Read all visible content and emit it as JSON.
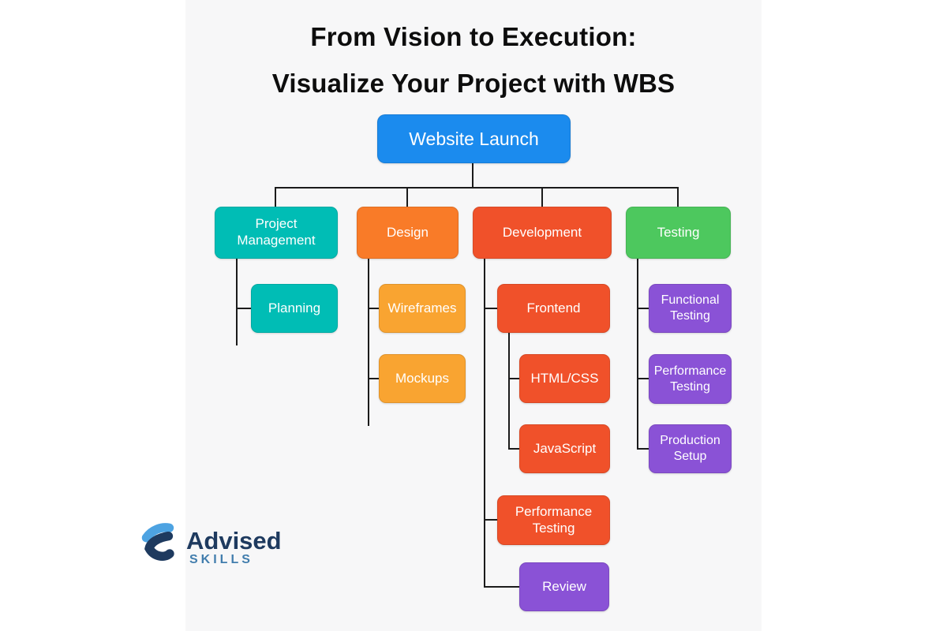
{
  "title": {
    "line1": "From Vision to Execution:",
    "line2": "Visualize Your Project with WBS"
  },
  "colors": {
    "root_blue": "#1b8bee",
    "teal": "#00bdb5",
    "orange": "#f97b28",
    "amber": "#f9a431",
    "red_orange": "#f0512a",
    "green": "#4dc85e",
    "purple": "#8a52d6",
    "connector": "#1b1b1b",
    "logo_dark": "#1e3a5f",
    "logo_light_blue": "#4da3e2"
  },
  "tree": {
    "label": "Website Launch",
    "color": "#1b8bee",
    "children": [
      {
        "label": "Project Management",
        "color": "#00bdb5",
        "children": [
          {
            "label": "Planning",
            "color": "#00bdb5"
          }
        ]
      },
      {
        "label": "Design",
        "color": "#f97b28",
        "children": [
          {
            "label": "Wireframes",
            "color": "#f9a431"
          },
          {
            "label": "Mockups",
            "color": "#f9a431"
          }
        ]
      },
      {
        "label": "Development",
        "color": "#f0512a",
        "children": [
          {
            "label": "Frontend",
            "color": "#f0512a",
            "children": [
              {
                "label": "HTML/CSS",
                "color": "#f0512a"
              },
              {
                "label": "JavaScript",
                "color": "#f0512a"
              }
            ]
          },
          {
            "label": "Performance Testing",
            "color": "#f0512a"
          },
          {
            "label": "Review",
            "color": "#8a52d6"
          }
        ]
      },
      {
        "label": "Testing",
        "color": "#4dc85e",
        "children": [
          {
            "label": "Functional Testing",
            "color": "#8a52d6"
          },
          {
            "label": "Performance Testing",
            "color": "#8a52d6"
          },
          {
            "label": "Production Setup",
            "color": "#8a52d6"
          }
        ]
      }
    ]
  },
  "logo": {
    "name": "Advised",
    "subname": "SKILLS"
  }
}
